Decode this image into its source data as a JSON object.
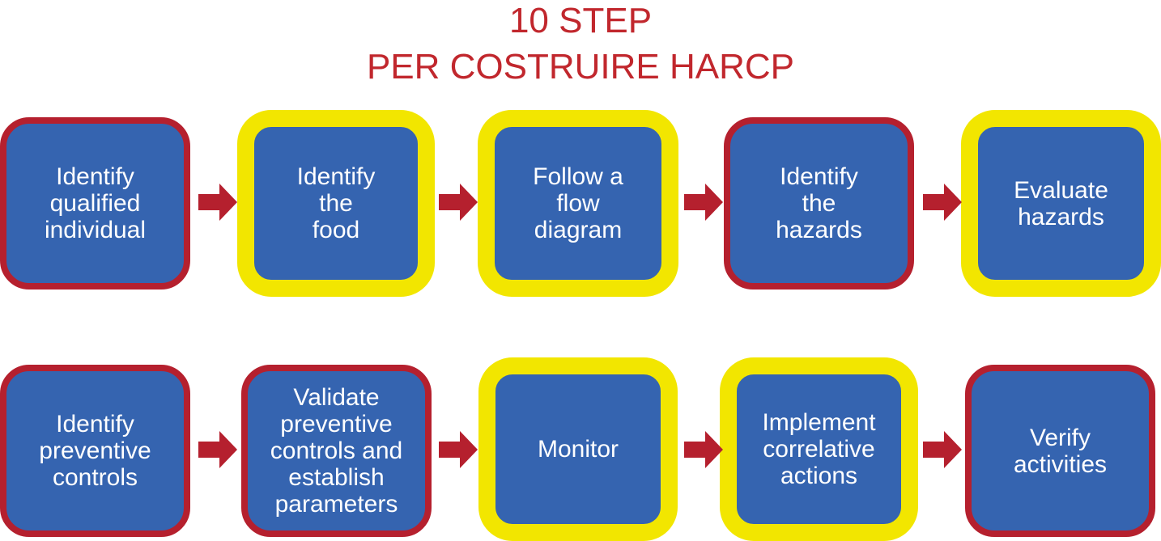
{
  "title": {
    "line1": "10 STEP",
    "line2": "PER COSTRUIRE HARCP"
  },
  "colors": {
    "title": "#c1272d",
    "box_fill": "#3564b0",
    "border_red": "#b5202e",
    "border_yellow": "#f2e600",
    "arrow": "#b5202e",
    "text": "#ffffff"
  },
  "steps": [
    {
      "label": "Identify\nqualified\nindividual",
      "border": "red"
    },
    {
      "label": "Identify\nthe\nfood",
      "border": "yellow"
    },
    {
      "label": "Follow a\nflow\ndiagram",
      "border": "yellow"
    },
    {
      "label": "Identify\nthe\nhazards",
      "border": "red"
    },
    {
      "label": "Evaluate\nhazards",
      "border": "yellow"
    },
    {
      "label": "Identify\npreventive\ncontrols",
      "border": "red"
    },
    {
      "label": "Validate\npreventive\ncontrols and\nestablish\nparameters",
      "border": "red"
    },
    {
      "label": "Monitor",
      "border": "yellow"
    },
    {
      "label": "Implement\ncorrelative\nactions",
      "border": "yellow"
    },
    {
      "label": "Verify\nactivities",
      "border": "red"
    }
  ]
}
